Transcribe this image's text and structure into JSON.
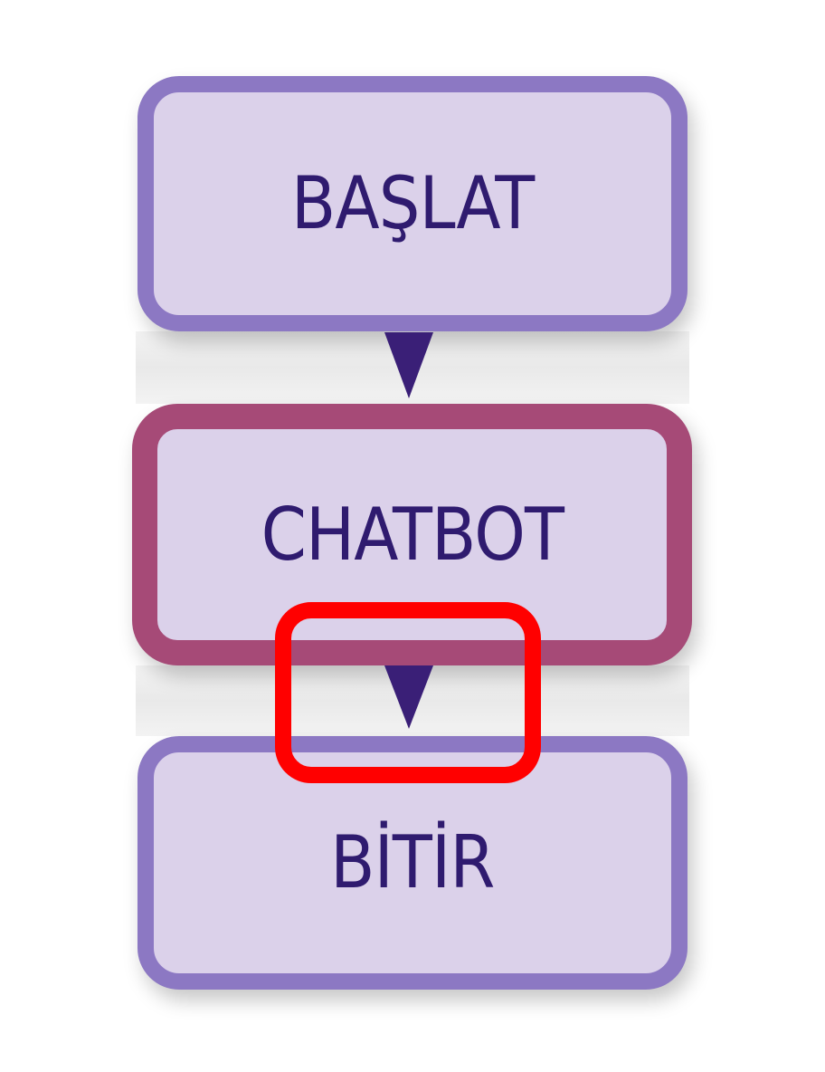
{
  "diagram": {
    "type": "flowchart",
    "direction": "top-to-bottom",
    "nodes": [
      {
        "id": "start",
        "label": "BAŞLAT",
        "border_color": "#8c78c3",
        "fill": "#dbd1ea"
      },
      {
        "id": "chatbot",
        "label": "CHATBOT",
        "border_color": "#a64a77",
        "fill": "#dbd1ea"
      },
      {
        "id": "end",
        "label": "BİTİR",
        "border_color": "#8c78c3",
        "fill": "#dbd1ea"
      }
    ],
    "edges": [
      {
        "from": "start",
        "to": "chatbot",
        "icon": "arrow-down-triangle"
      },
      {
        "from": "chatbot",
        "to": "end",
        "icon": "arrow-down-triangle"
      }
    ],
    "highlight": {
      "target": "edge chatbot → end",
      "color": "#ff0000",
      "shape": "rounded-rectangle"
    },
    "colors": {
      "text": "#2f1b6f",
      "arrow": "#3a1f77",
      "background": "#ffffff"
    }
  }
}
